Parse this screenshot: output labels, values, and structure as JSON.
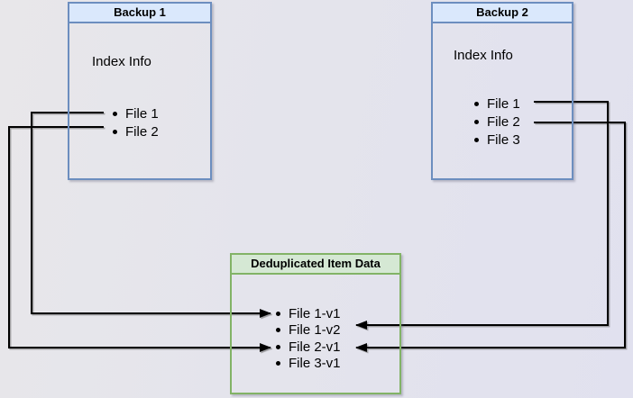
{
  "diagram": {
    "backup1": {
      "title": "Backup 1",
      "subtitle": "Index Info",
      "files": [
        "File 1",
        "File 2"
      ],
      "header_fill": "#dae8fc",
      "border_color": "#6c8ebf"
    },
    "backup2": {
      "title": "Backup 2",
      "subtitle": "Index Info",
      "files": [
        "File 1",
        "File 2",
        "File 3"
      ],
      "header_fill": "#dae8fc",
      "border_color": "#6c8ebf"
    },
    "dedup": {
      "title": "Deduplicated Item Data",
      "items": [
        "File 1-v1",
        "File 1-v2",
        "File 2-v1",
        "File 3-v1"
      ],
      "header_fill": "#d5e8d4",
      "border_color": "#82b366"
    },
    "connections": [
      {
        "from": "Backup 1 / File 1",
        "to": "File 1-v1"
      },
      {
        "from": "Backup 1 / File 2",
        "to": "File 2-v1"
      },
      {
        "from": "Backup 2 / File 1",
        "to": "File 1-v2"
      },
      {
        "from": "Backup 2 / File 2",
        "to": "File 2-v1"
      }
    ],
    "arrow_color": "#000000"
  }
}
